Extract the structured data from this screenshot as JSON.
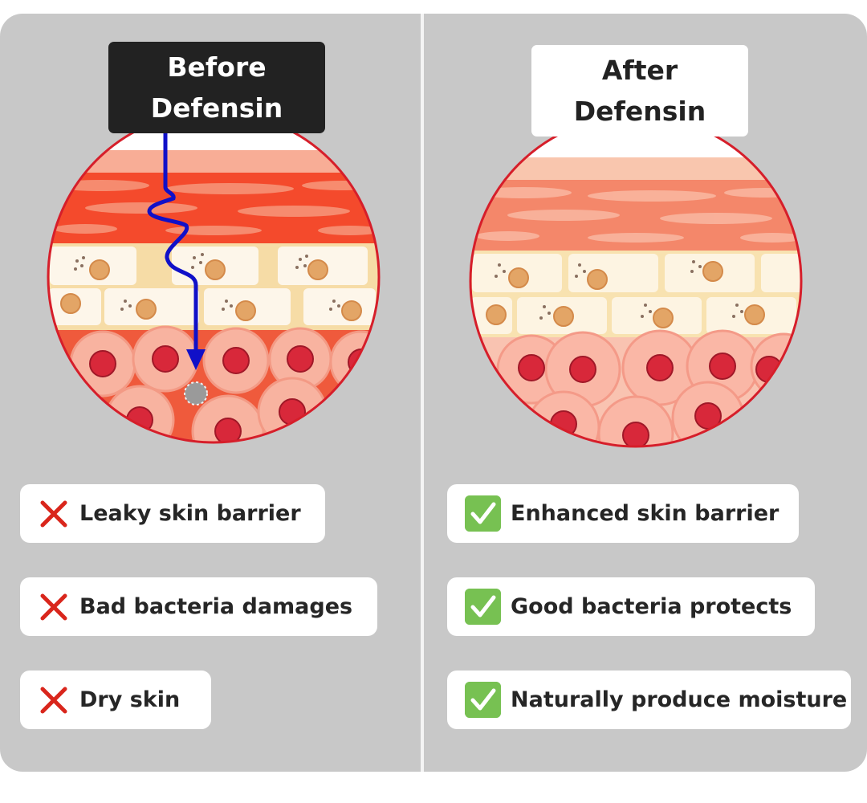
{
  "before": {
    "title": "Before\nDefensin",
    "items": [
      {
        "label": "Leaky skin barrier",
        "icon": "x-icon"
      },
      {
        "label": "Bad bacteria damages",
        "icon": "x-icon"
      },
      {
        "label": "Dry skin",
        "icon": "x-icon"
      }
    ]
  },
  "after": {
    "title": "After\nDefensin",
    "items": [
      {
        "label": "Enhanced skin barrier",
        "icon": "check-icon"
      },
      {
        "label": "Good bacteria protects",
        "icon": "check-icon"
      },
      {
        "label": "Naturally produce moisture",
        "icon": "check-icon"
      }
    ]
  },
  "colors": {
    "panel": "#c8c8c8",
    "x_mark": "#d9261c",
    "check_bg": "#77c152",
    "arrow": "#1010c8",
    "skin_red": "#f05a3c",
    "skin_pink": "#f6b4a0"
  }
}
